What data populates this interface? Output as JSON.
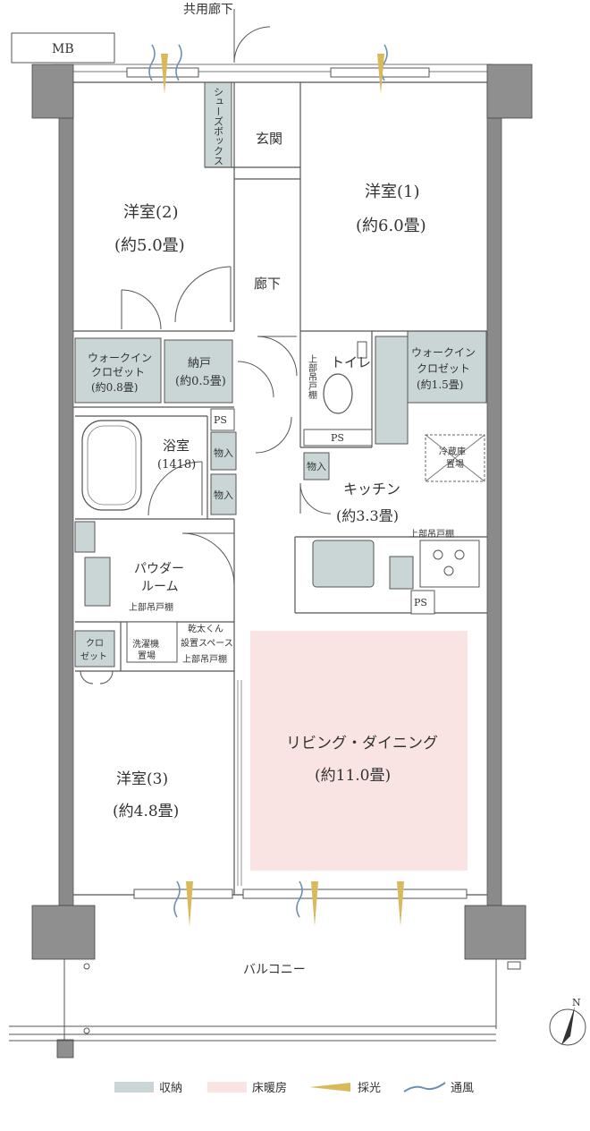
{
  "labels": {
    "corridor_common": "共用廊下",
    "mb": "MB",
    "shoebox": "シューズボックス",
    "entrance": "玄関",
    "room1_name": "洋室(1)",
    "room1_size": "(約6.0畳)",
    "room2_name": "洋室(2)",
    "room2_size": "(約5.0畳)",
    "hallway": "廊下",
    "wic1_l1": "ウォークイン",
    "wic1_l2": "クロゼット",
    "wic1_l3": "(約0.8畳)",
    "nando_l1": "納戸",
    "nando_l2": "(約0.5畳)",
    "toilet": "トイレ",
    "upper_shelf_v": "上部吊戸棚",
    "wic2_l1": "ウォークイン",
    "wic2_l2": "クロゼット",
    "wic2_l3": "(約1.5畳)",
    "ps1": "PS",
    "ps2": "PS",
    "ps3": "PS",
    "bath_l1": "浴室",
    "bath_l2": "(1418)",
    "storage_a": "物入",
    "storage_b": "物入",
    "storage_c": "物入",
    "fridge_l1": "冷蔵庫",
    "fridge_l2": "置場",
    "kitchen_l1": "キッチン",
    "kitchen_l2": "(約3.3畳)",
    "upper_shelf_k": "上部吊戸棚",
    "powder_l1": "パウダー",
    "powder_l2": "ルーム",
    "upper_shelf_p": "上部吊戸棚",
    "washer_l1": "洗濯機",
    "washer_l2": "置場",
    "kanta_l1": "乾太くん",
    "kanta_l2": "設置スペース",
    "kanta_l3": "上部吊戸棚",
    "closet_l1": "クロ",
    "closet_l2": "ゼット",
    "living_l1": "リビング・ダイニング",
    "living_l2": "(約11.0畳)",
    "room3_name": "洋室(3)",
    "room3_size": "(約4.8畳)",
    "balcony": "バルコニー",
    "north": "N"
  },
  "legend": [
    {
      "label": "収納",
      "color": "#c9d6d5"
    },
    {
      "label": "床暖房",
      "color": "#f9e4e3"
    },
    {
      "label": "採光",
      "color": "#d9b95a"
    },
    {
      "label": "通風",
      "color": "#6c8fb6"
    }
  ],
  "colors": {
    "wall": "#8a8a8a",
    "column": "#8f8f8f",
    "line": "#555555",
    "storage": "#c9d6d5",
    "floor_heat": "#f9e4e3"
  }
}
